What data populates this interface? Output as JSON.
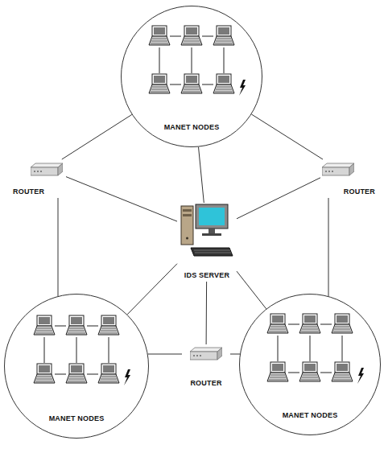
{
  "diagram": {
    "nodes": [
      {
        "text": [
          "MANET NODES"
        ]
      },
      {
        "text": [
          "ROUTER"
        ]
      },
      {
        "text": [
          "ROUTER"
        ]
      },
      {
        "text": [
          "IDS SERVER"
        ]
      },
      {
        "text": [
          "MANET NODES"
        ]
      },
      {
        "text": [
          "ROUTER"
        ]
      },
      {
        "text": [
          "MANET NODES"
        ]
      }
    ],
    "edges": [
      {
        "from": 0,
        "to": 1,
        "arrow": "none"
      },
      {
        "from": 0,
        "to": 2,
        "arrow": "none"
      },
      {
        "from": 0,
        "to": 3,
        "arrow": "none"
      },
      {
        "from": 1,
        "to": 3,
        "arrow": "none"
      },
      {
        "from": 2,
        "to": 3,
        "arrow": "none"
      },
      {
        "from": 1,
        "to": 4,
        "arrow": "none"
      },
      {
        "from": 2,
        "to": 6,
        "arrow": "none"
      },
      {
        "from": 4,
        "to": 3,
        "arrow": "none"
      },
      {
        "from": 6,
        "to": 3,
        "arrow": "none"
      },
      {
        "from": 5,
        "to": 3,
        "arrow": "none"
      },
      {
        "from": 4,
        "to": 5,
        "arrow": "none"
      },
      {
        "from": 5,
        "to": 6,
        "arrow": "none"
      }
    ]
  }
}
